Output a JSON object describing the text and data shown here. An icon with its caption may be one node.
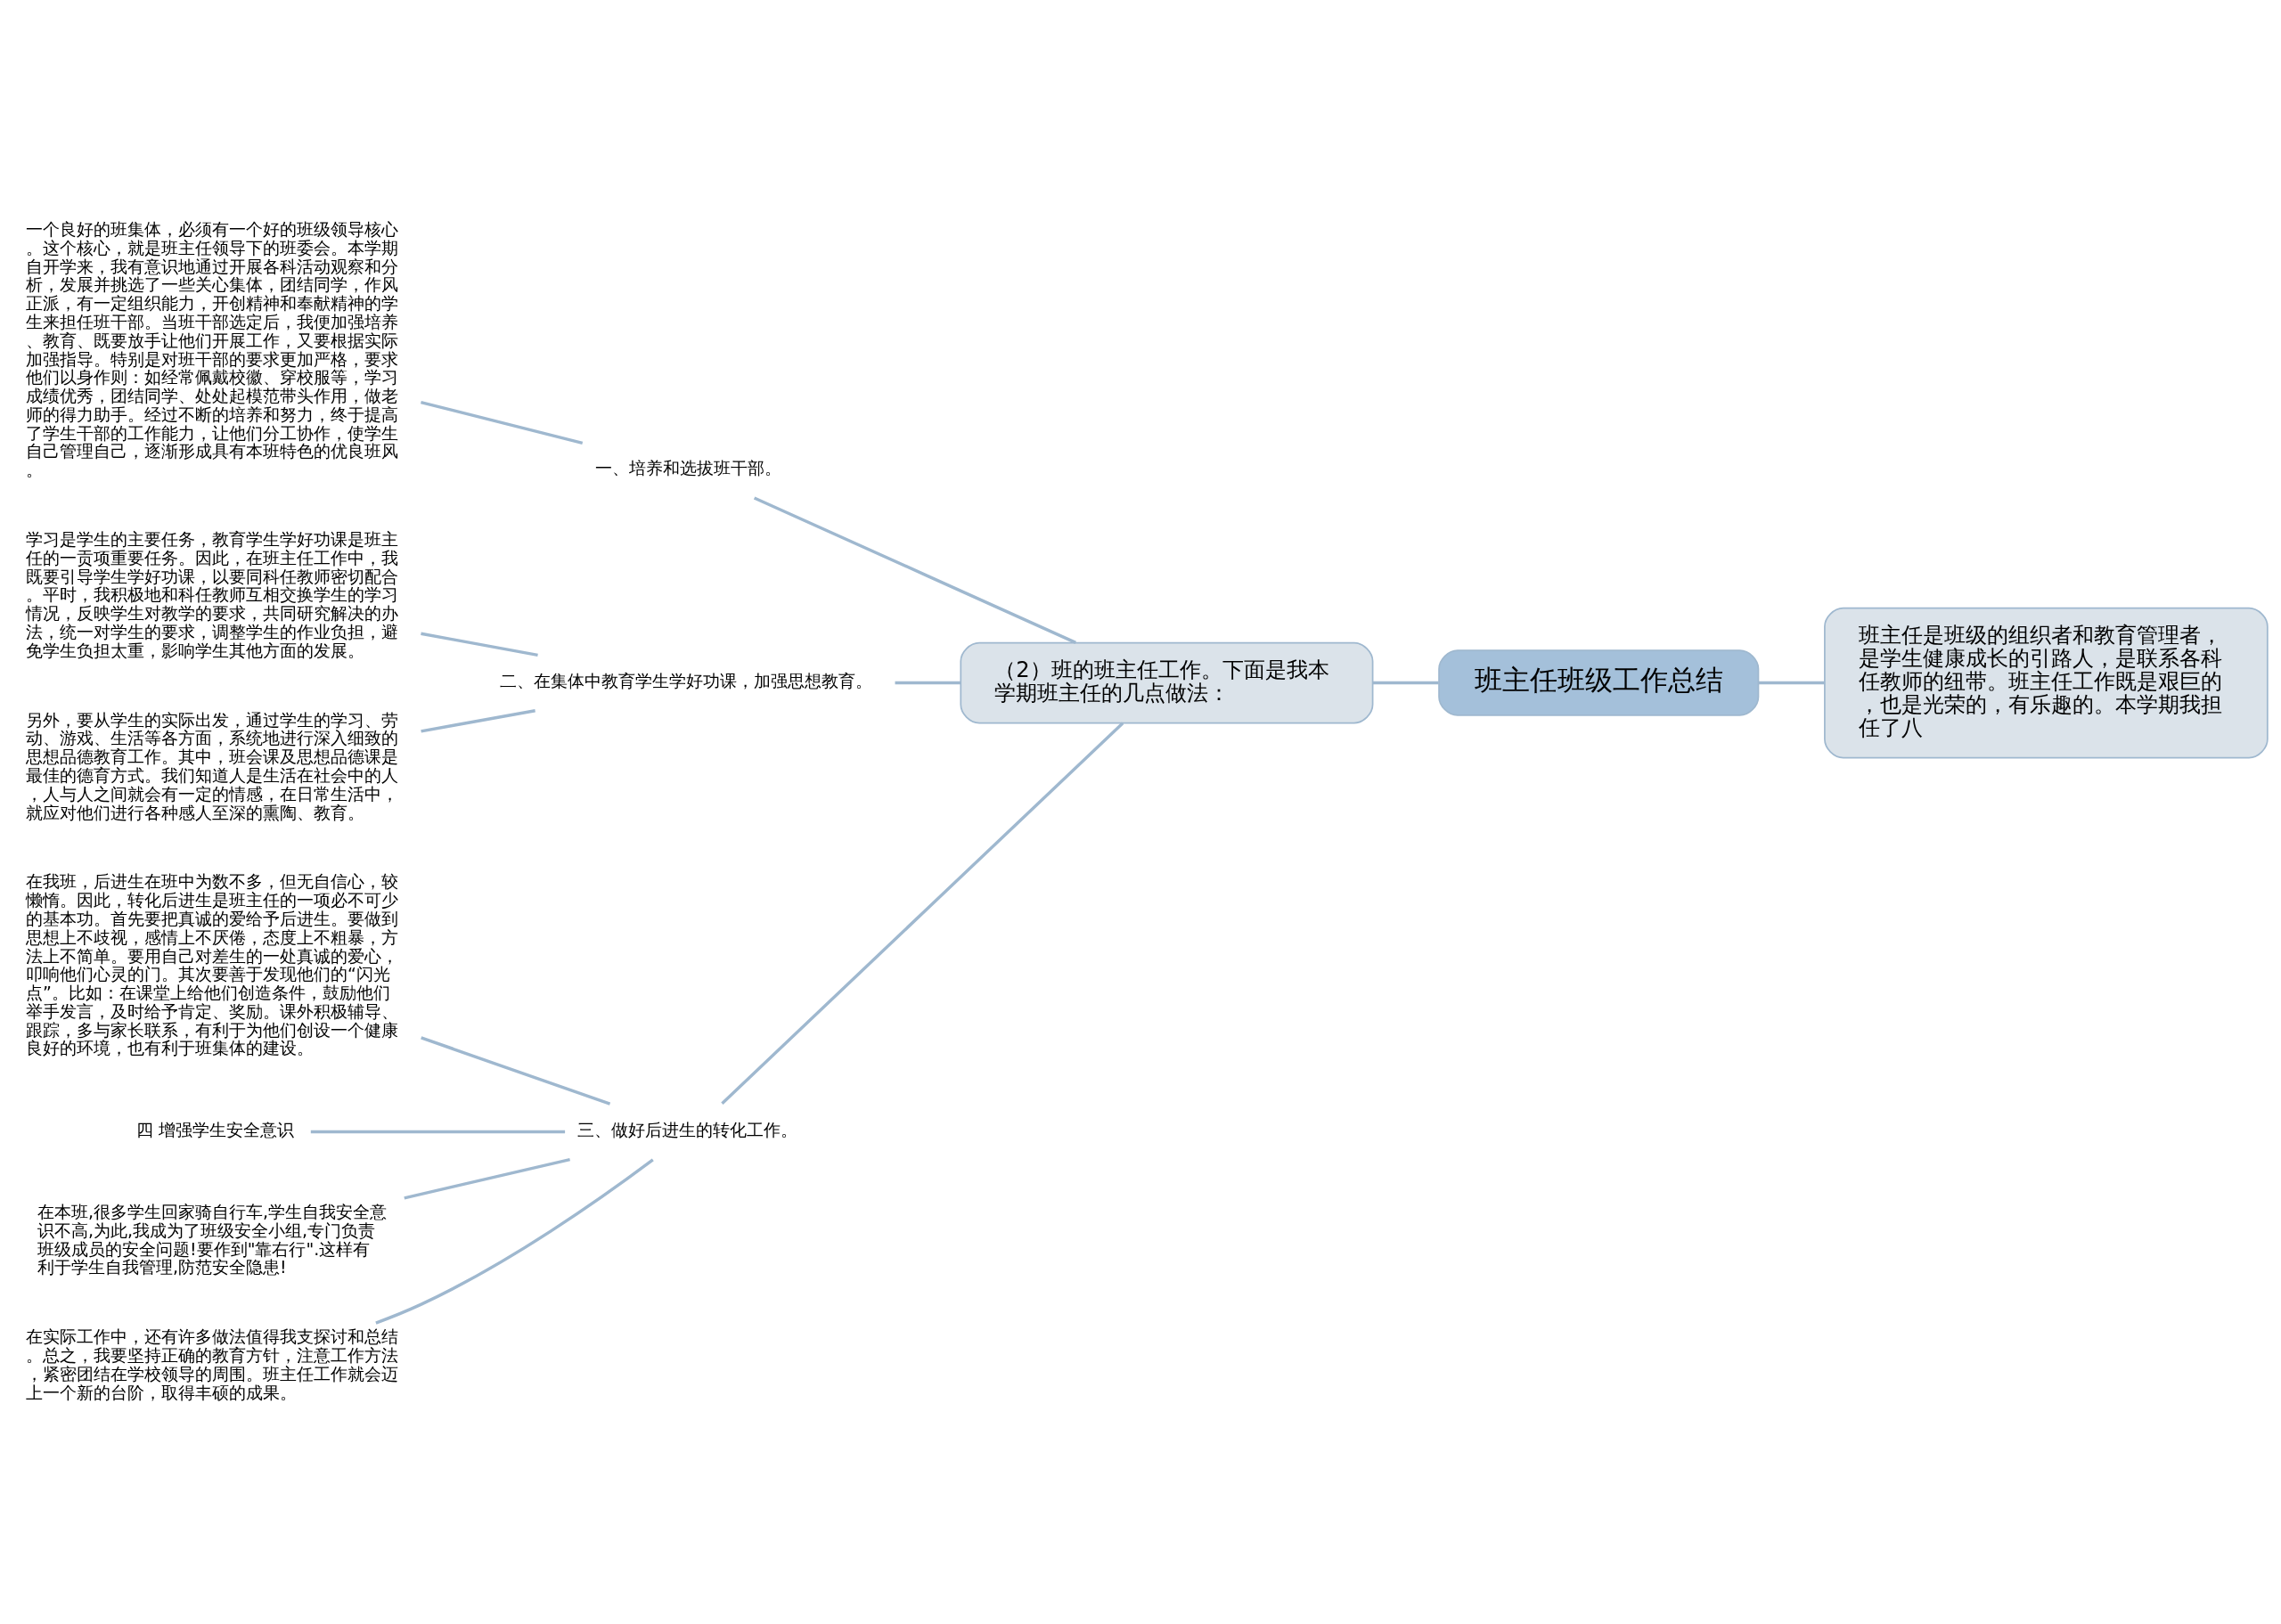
{
  "diagram": {
    "nodes": [
      {
        "text": [
          "班主任班级工作总结"
        ]
      },
      {
        "text": [
          "班主任是班级的组织者和教育管理者，是学生健康成长的引路人，是联系各科任教师的纽带。班主任工作既是艰巨的，也是光荣的，有乐趣的。本学期我担任了八"
        ]
      },
      {
        "text": [
          "（2）班的班主任工作。下面是我本学期班主任的几点做法："
        ]
      },
      {
        "text": [
          "一、培养和选拔班干部。"
        ]
      },
      {
        "text": [
          "一个良好的班集体，必须有一个好的班级领导核心。这个核心，就是班主任领导下的班委会。本学期自开学来，我有意识地通过开展各科活动观察和分析，发展并挑选了一些关心集体，团结同学，作风正派，有一定组织能力，开创精神和奉献精神的学生来担任班干部。当班干部选定后，我便加强培养、教育、既要放手让他们开展工作，又要根据实际加强指导。特别是对班干部的要求更加严格，要求他们以身作则：如经常佩戴校徽、穿校服等，学习成绩优秀，团结同学、处处起模范带头作用，做老师的得力助手。经过不断的培养和努力，终于提高了学生干部的工作能力，让他们分工协作，使学生自己管理自己，逐渐形成具有本班特色的优良班风。"
        ]
      },
      {
        "text": [
          "二、在集体中教育学生学好功课，加强思想教育。"
        ]
      },
      {
        "text": [
          "学习是学生的主要任务，教育学生学好功课是班主任的一贡项重要任务。因此，在班主任工作中，我既要引导学生学好功课，以要同科任教师密切配合。平时，我积极地和科任教师互相交换学生的学习情况，反映学生对教学的要求，共同研究解决的办法，统一对学生的要求，调整学生的作业负担，避免学生负担太重，影响学生其他方面的发展。"
        ]
      },
      {
        "text": [
          "另外，要从学生的实际出发，通过学生的学习、劳动、游戏、生活等各方面，系统地进行深入细致的思想品德教育工作。其中，班会课及思想品德课是最佳的德育方式。我们知道人是生活在社会中的人，人与人之间就会有一定的情感，在日常生活中，就应对他们进行各种感人至深的熏陶、教育。"
        ]
      },
      {
        "text": [
          "三、做好后进生的转化工作。"
        ]
      },
      {
        "text": [
          "在我班，后进生在班中为数不多，但无自信心，较懒惰。因此，转化后进生是班主任的一项必不可少的基本功。首先要把真诚的爱给予后进生。要做到思想上不歧视，感情上不厌倦，态度上不粗暴，方法上不简单。要用自己对差生的一处真诚的爱心，叩响他们心灵的门。其次要善于发现他们的“闪光点”。比如：在课堂上给他们创造条件，鼓励他们举手发言，及时给予肯定、奖励。课外积极辅导、跟踪，多与家长联系，有利于为他们创设一个健康良好的环境，也有利于班集体的建设。"
        ]
      },
      {
        "text": [
          "四 增强学生安全意识"
        ]
      },
      {
        "text": [
          "在本班,很多学生回家骑自行车,学生自我安全意识不高,为此,我成为了班级安全小组,专门负责班级成员的安全问题!要作到\"靠右行\".这样有利于学生自我管理,防范安全隐患!"
        ]
      },
      {
        "text": [
          "在实际工作中，还有许多做法值得我支探讨和总结。总之，我要坚持正确的教育方针，注意工作方法，紧密团结在学校领导的周围。班主任工作就会迈上一个新的台阶，取得丰硕的成果。"
        ]
      }
    ],
    "edges": [
      {
        "from": 0,
        "to": 1,
        "arrow": "none"
      },
      {
        "from": 0,
        "to": 2,
        "arrow": "none"
      },
      {
        "from": 2,
        "to": 3,
        "arrow": "none"
      },
      {
        "from": 3,
        "to": 4,
        "arrow": "none"
      },
      {
        "from": 2,
        "to": 5,
        "arrow": "none"
      },
      {
        "from": 5,
        "to": 6,
        "arrow": "none"
      },
      {
        "from": 5,
        "to": 7,
        "arrow": "none"
      },
      {
        "from": 2,
        "to": 8,
        "arrow": "none"
      },
      {
        "from": 8,
        "to": 9,
        "arrow": "none"
      },
      {
        "from": 8,
        "to": 10,
        "arrow": "none"
      },
      {
        "from": 8,
        "to": 11,
        "arrow": "none"
      },
      {
        "from": 8,
        "to": 12,
        "arrow": "none"
      }
    ]
  }
}
